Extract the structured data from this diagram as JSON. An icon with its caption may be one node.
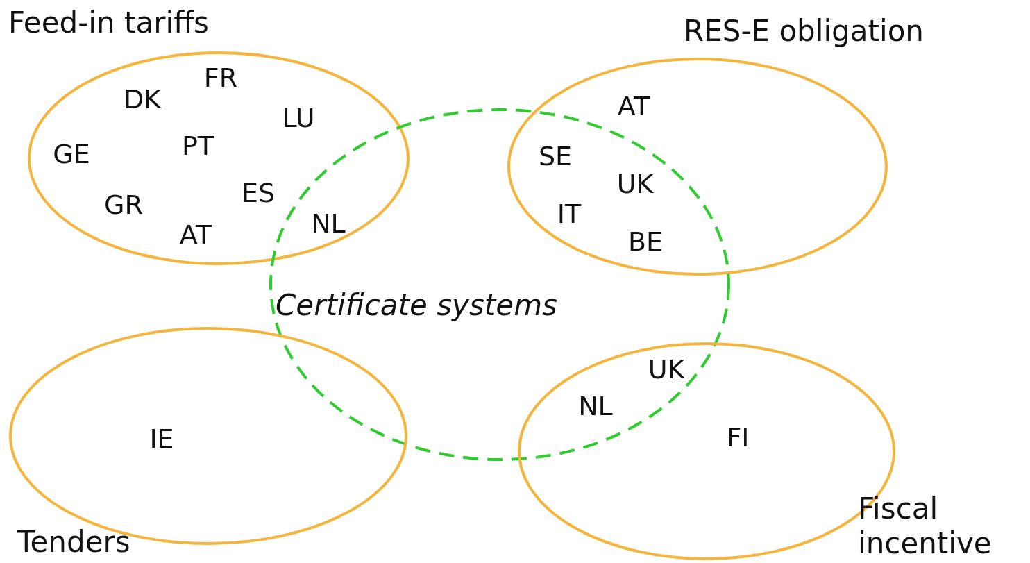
{
  "diagram": {
    "nodes": [
      {
        "text": [
          "Feed-in tariffs",
          "DK",
          "FR",
          "LU",
          "GE",
          "PT",
          "GR",
          "ES",
          "AT",
          "NL"
        ]
      },
      {
        "text": [
          "RES-E obligation",
          "AT",
          "SE",
          "UK",
          "IT",
          "BE"
        ]
      },
      {
        "text": [
          "Certificate systems"
        ]
      },
      {
        "text": [
          "Tenders",
          "IE"
        ]
      },
      {
        "text": [
          "Fiscal incentive",
          "UK",
          "NL",
          "FI"
        ]
      }
    ],
    "edges": []
  }
}
